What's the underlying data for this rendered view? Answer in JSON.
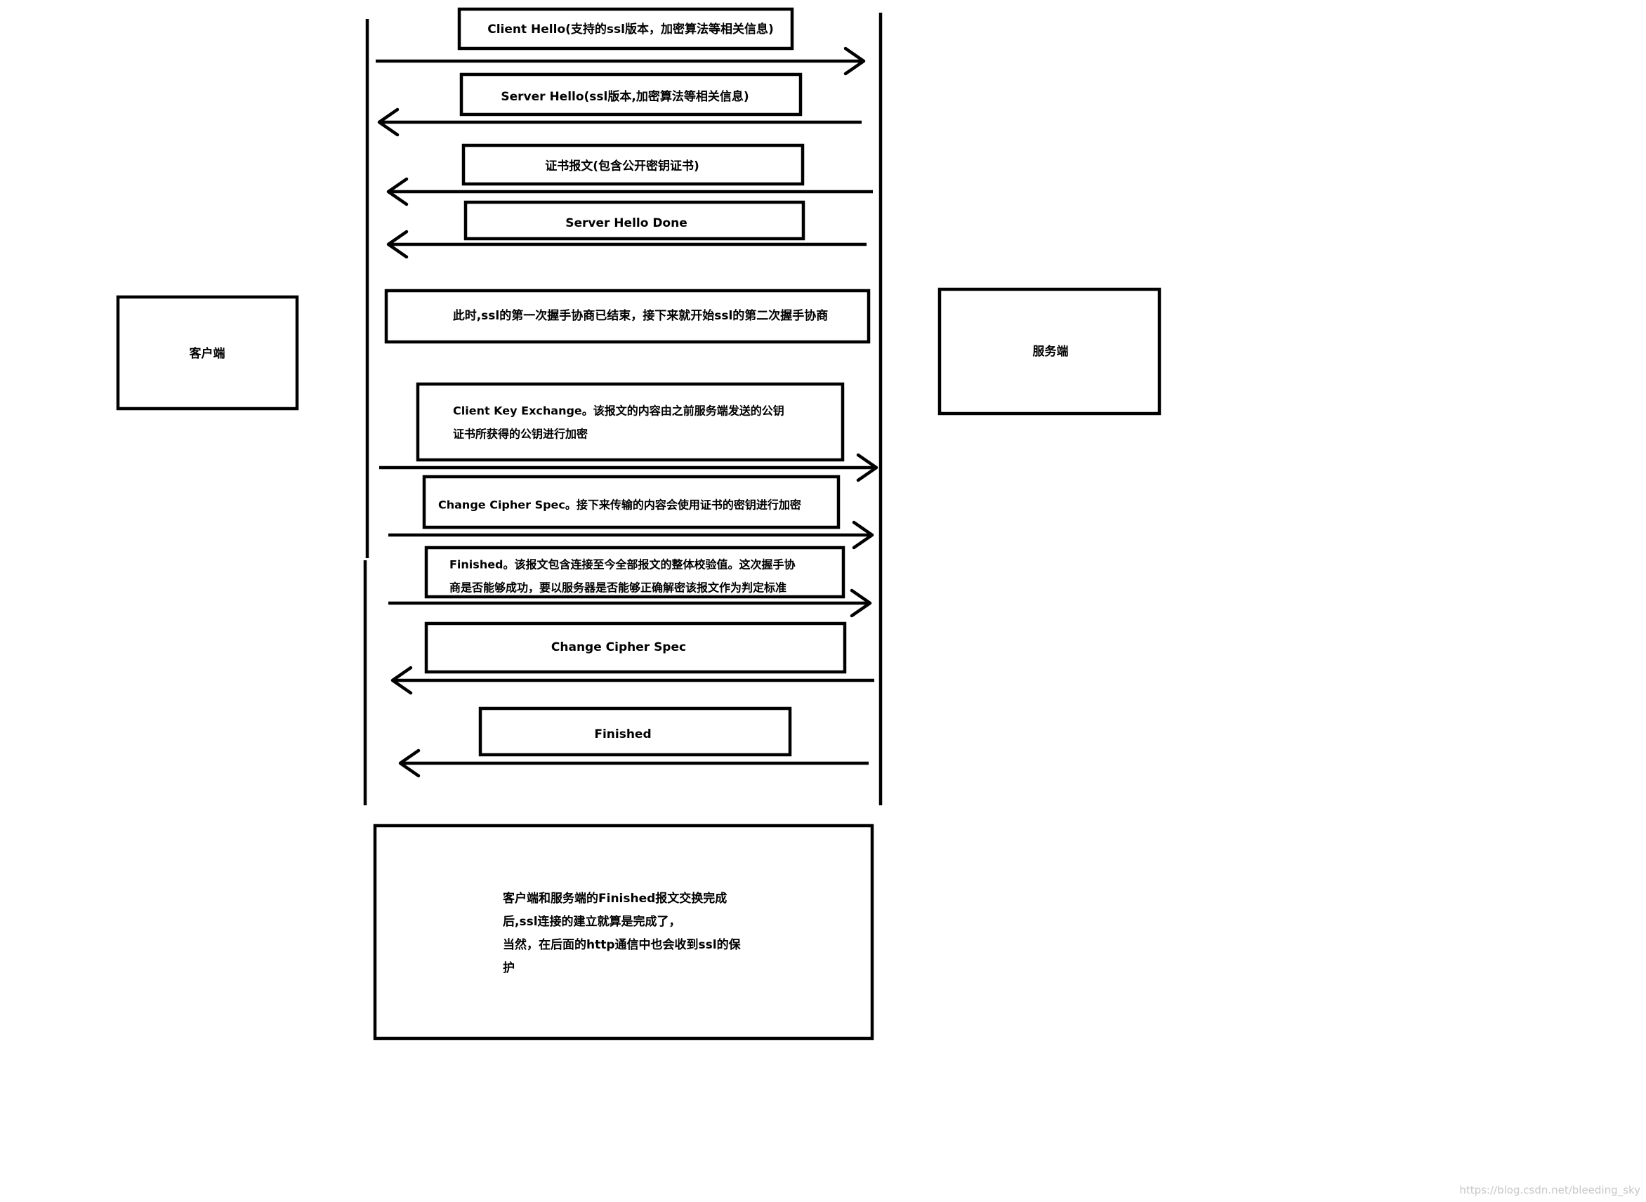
{
  "participants": {
    "client": "客户端",
    "server": "服务端"
  },
  "messages": [
    {
      "lines": [
        "Client Hello(支持的ssl版本，加密算法等相关信息)"
      ]
    },
    {
      "lines": [
        "Server Hello(ssl版本,加密算法等相关信息)"
      ]
    },
    {
      "lines": [
        "证书报文(包含公开密钥证书)"
      ]
    },
    {
      "lines": [
        "Server Hello Done"
      ]
    },
    {
      "lines": [
        "Client Key Exchange。该报文的内容由之前服务端发送的公钥",
        "证书所获得的公钥进行加密"
      ]
    },
    {
      "lines": [
        "Change Cipher Spec。接下来传输的内容会使用证书的密钥进行加密"
      ]
    },
    {
      "lines": [
        "Finished。该报文包含连接至今全部报文的整体校验值。这次握手协",
        "商是否能够成功，要以服务器是否能够正确解密该报文作为判定标准"
      ]
    },
    {
      "lines": [
        "Change Cipher Spec"
      ]
    },
    {
      "lines": [
        "Finished"
      ]
    }
  ],
  "phase_note": "此时,ssl的第一次握手协商已结束，接下来就开始ssl的第二次握手协商",
  "summary": {
    "lines": [
      "客户端和服务端的Finished报文交换完成",
      "后,ssl连接的建立就算是完成了，",
      "当然，在后面的http通信中也会收到ssl的保",
      "护"
    ]
  },
  "watermark": "https://blog.csdn.net/bleeding_sky"
}
